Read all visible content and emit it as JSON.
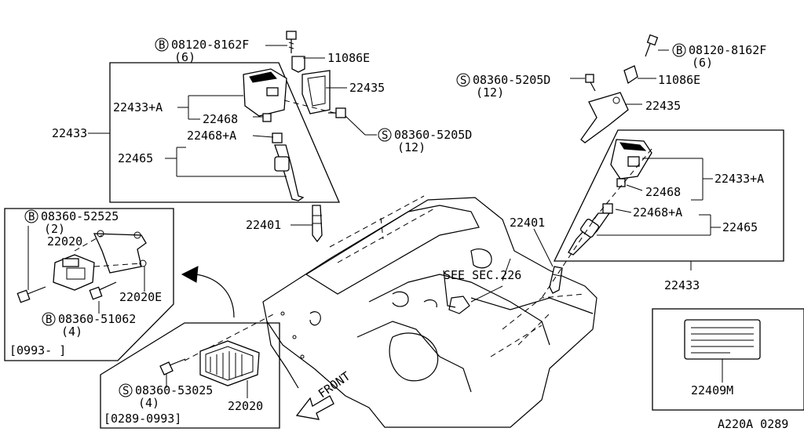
{
  "labels": {
    "bolt_b_top_left": "08120-8162F",
    "bolt_b_top_left_qty": "(6)",
    "clip_left": "11086E",
    "bracket_left": "22435",
    "coil_assy_a_left": "22433+A",
    "seal_left": "22468",
    "group_left": "22433",
    "seal_a_left": "22468+A",
    "rod_left": "22465",
    "screw_s_left": "08360-5205D",
    "screw_s_left_qty": "(12)",
    "plug_left": "22401",
    "bolt_b_top_right": "08120-8162F",
    "bolt_b_top_right_qty": "(6)",
    "screw_s_right": "08360-5205D",
    "screw_s_right_qty": "(12)",
    "clip_right": "11086E",
    "bracket_right": "22435",
    "coil_assy_a_right": "22433+A",
    "seal_right": "22468",
    "plug_right": "22401",
    "seal_a_right": "22468+A",
    "rod_right": "22465",
    "group_right": "22433",
    "see_sec": "SEE SEC.226",
    "inset_bolt_b1": "08360-52525",
    "inset_bolt_b1_qty": "(2)",
    "inset_module": "22020",
    "inset_bracket": "22020E",
    "inset_bolt_b2": "08360-51062",
    "inset_bolt_b2_qty": "(4)",
    "inset_date": "[0993-     ]",
    "lower_screw_s": "08360-53025",
    "lower_screw_s_qty": "(4)",
    "lower_module": "22020",
    "lower_date": "[0289-0993]",
    "front": "FRONT",
    "label_part": "22409M",
    "diagram_code": "A220A 0289"
  },
  "markers": {
    "b": "B",
    "s": "S"
  }
}
